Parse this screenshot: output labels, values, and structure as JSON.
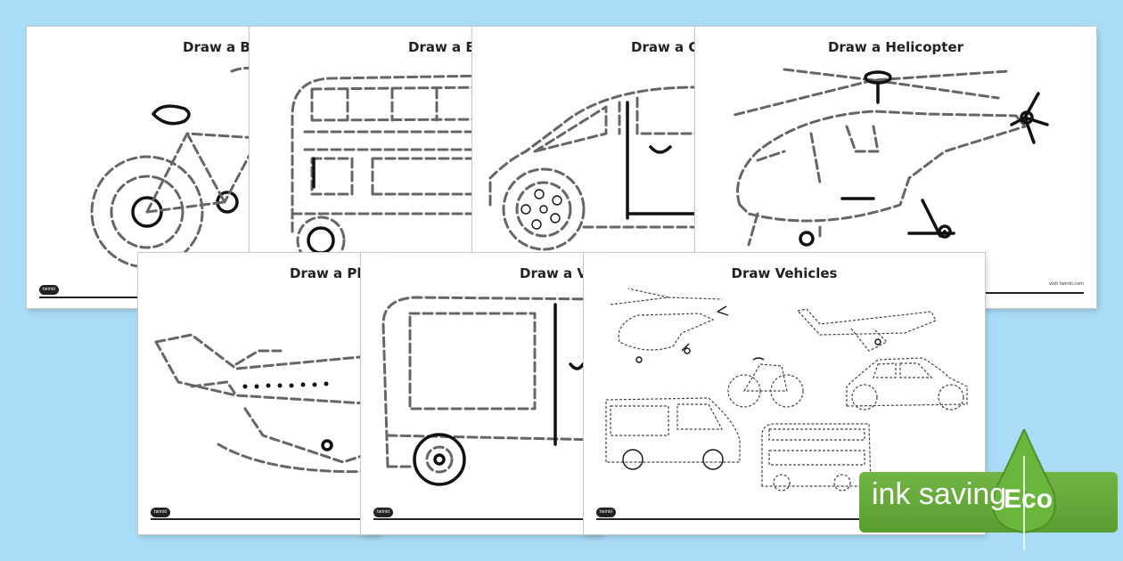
{
  "sheets": [
    {
      "title": "Draw a B",
      "shape": "bicycle"
    },
    {
      "title": "Draw a B",
      "shape": "bus"
    },
    {
      "title": "Draw a C",
      "shape": "car"
    },
    {
      "title": "Draw a Helicopter",
      "shape": "helicopter"
    },
    {
      "title": "Draw a Pl",
      "shape": "plane"
    },
    {
      "title": "Draw a V",
      "shape": "van"
    },
    {
      "title": "Draw Vehicles",
      "shape": "collage"
    }
  ],
  "footer": {
    "logo": "twinkl",
    "url": "visit twinkl.com"
  },
  "eco_badge": {
    "text": "ink saving",
    "label": "Eco",
    "color": "#5fa534"
  }
}
